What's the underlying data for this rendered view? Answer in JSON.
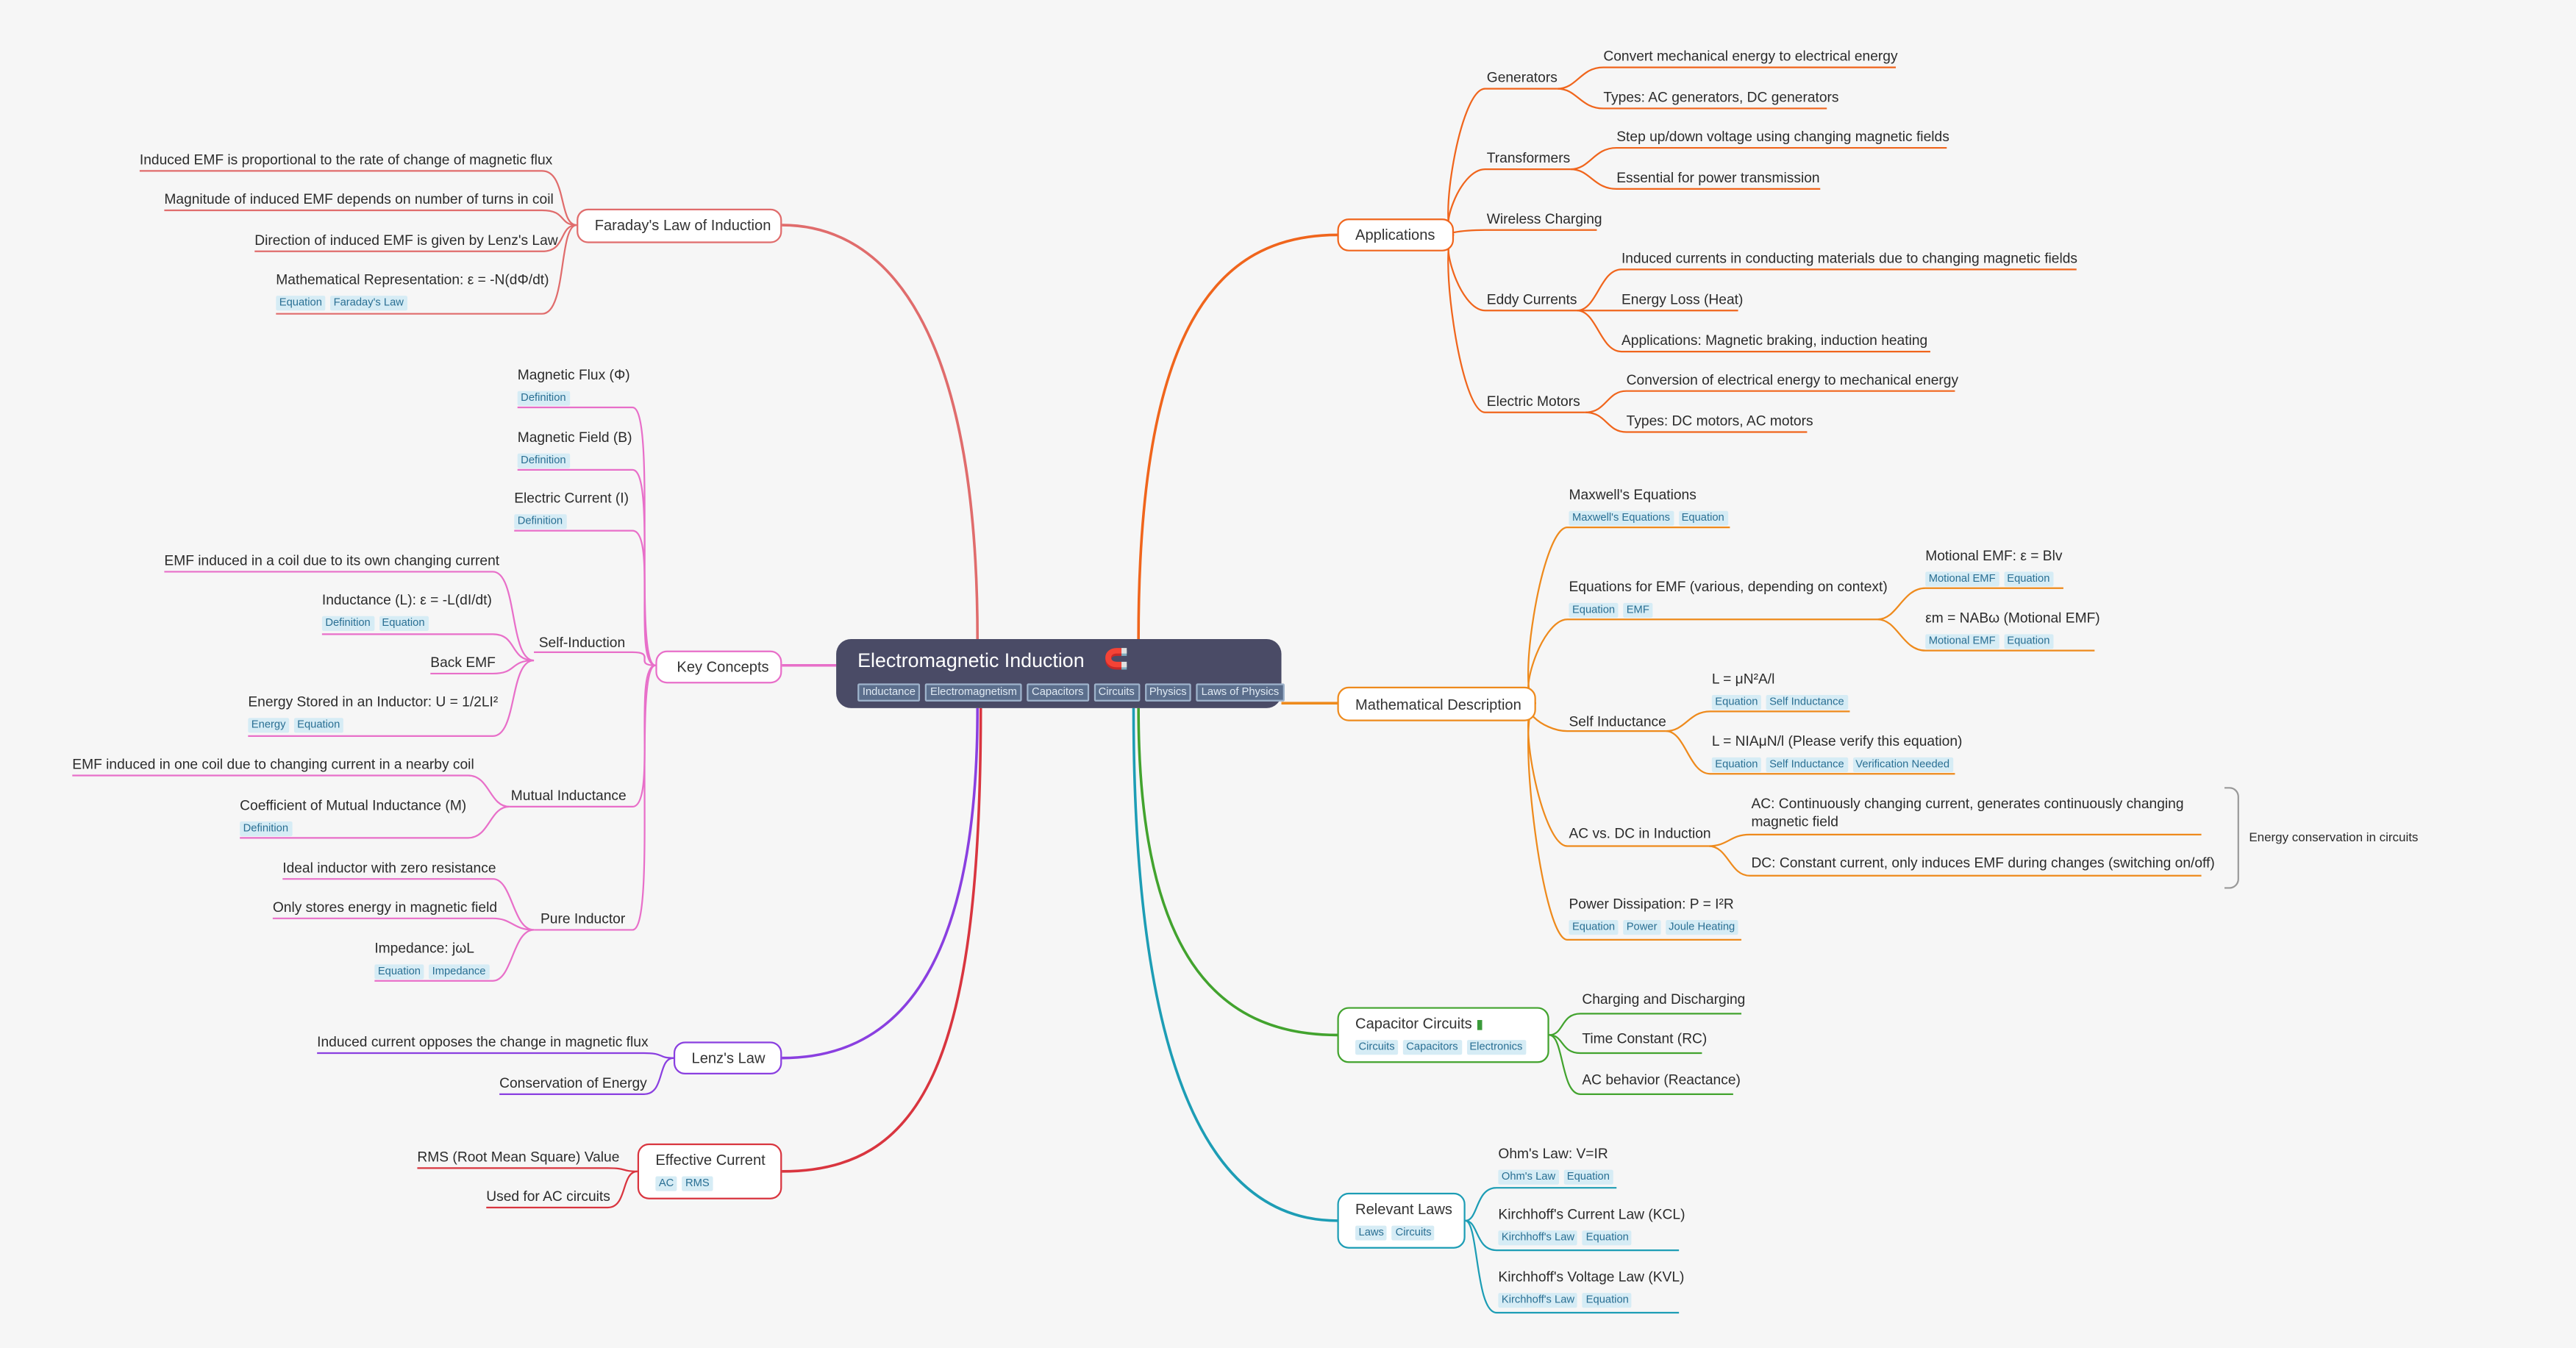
{
  "root": {
    "title": "Electromagnetic Induction",
    "icon": "magnet-icon",
    "tags": [
      "Inductance",
      "Electromagnetism",
      "Capacitors",
      "Circuits",
      "Physics",
      "Laws of Physics"
    ]
  },
  "faraday": {
    "label": "Faraday's Law of Induction",
    "items": [
      "Induced EMF is proportional to the rate of change of magnetic flux",
      "Magnitude of induced EMF depends on number of turns in coil",
      "Direction of induced EMF is given by Lenz's Law",
      "Mathematical Representation: ε = -N(dΦ/dt)"
    ],
    "item4_tags": [
      "Equation",
      "Faraday's Law"
    ]
  },
  "key_concepts": {
    "label": "Key Concepts",
    "flux": "Magnetic Flux (Φ)",
    "field": "Magnetic Field (B)",
    "current": "Electric Current (I)",
    "def_tag": "Definition",
    "self_induction": {
      "label": "Self-Induction",
      "items": [
        "EMF induced in a coil due to its own changing current",
        "Inductance (L):  ε = -L(dI/dt)",
        "Back EMF",
        "Energy Stored in an Inductor: U = 1/2LI²"
      ],
      "inductance_tags": [
        "Definition",
        "Equation"
      ],
      "energy_tags": [
        "Energy",
        "Equation"
      ]
    },
    "mutual": {
      "label": "Mutual Inductance",
      "items": [
        "EMF induced in one coil due to changing current in a nearby coil",
        "Coefficient of Mutual Inductance (M)"
      ],
      "coef_tags": [
        "Definition"
      ]
    },
    "pure": {
      "label": "Pure Inductor",
      "items": [
        "Ideal inductor with zero resistance",
        "Only stores energy in magnetic field",
        "Impedance: jωL"
      ],
      "impedance_tags": [
        "Equation",
        "Impedance"
      ]
    }
  },
  "lenz": {
    "label": "Lenz's Law",
    "items": [
      "Induced current opposes the change in magnetic flux",
      "Conservation of Energy"
    ]
  },
  "effective": {
    "label": "Effective Current",
    "tags": [
      "AC",
      "RMS"
    ],
    "items": [
      "RMS (Root Mean Square) Value",
      "Used for AC circuits"
    ]
  },
  "applications": {
    "label": "Applications",
    "generators": {
      "label": "Generators",
      "items": [
        "Convert mechanical energy to electrical energy",
        "Types: AC generators, DC generators"
      ]
    },
    "transformers": {
      "label": "Transformers",
      "items": [
        "Step up/down voltage using changing magnetic fields",
        "Essential for power transmission"
      ]
    },
    "wireless": {
      "label": "Wireless Charging"
    },
    "eddy": {
      "label": "Eddy Currents",
      "items": [
        "Induced currents in conducting materials due to changing magnetic fields",
        "Energy Loss (Heat)",
        "Applications: Magnetic braking, induction heating"
      ]
    },
    "motors": {
      "label": "Electric Motors",
      "items": [
        "Conversion of electrical energy to mechanical energy",
        "Types: DC motors, AC motors"
      ]
    }
  },
  "math": {
    "label": "Mathematical Description",
    "maxwell": {
      "label": "Maxwell's Equations",
      "tags": [
        "Maxwell's Equations",
        "Equation"
      ]
    },
    "emf": {
      "label": "Equations for EMF (various, depending on context)",
      "tags": [
        "Equation",
        "EMF"
      ],
      "motional": {
        "label": "Motional EMF: ε = Blv",
        "tags": [
          "Motional EMF",
          "Equation"
        ]
      },
      "nabw": {
        "label": "εm = NABω  (Motional EMF)",
        "tags": [
          "Motional EMF",
          "Equation"
        ]
      }
    },
    "self_ind": {
      "label": "Self Inductance",
      "l1": {
        "label": "L = μN²A/l",
        "tags": [
          "Equation",
          "Self Inductance"
        ]
      },
      "l2": {
        "label": "L = NIAμN/l (Please verify this equation)",
        "tags": [
          "Equation",
          "Self Inductance",
          "Verification Needed"
        ]
      }
    },
    "acdc": {
      "label": "AC vs. DC in Induction",
      "ac": "AC: Continuously changing current, generates continuously changing",
      "ac2": "magnetic field",
      "dc": "DC: Constant current, only induces EMF during changes (switching on/off)",
      "summary": "Energy conservation in circuits"
    },
    "power": {
      "label": "Power Dissipation: P = I²R",
      "tags": [
        "Equation",
        "Power",
        "Joule Heating"
      ]
    }
  },
  "capacitor": {
    "label": "Capacitor Circuits",
    "icon": "battery-icon",
    "tags": [
      "Circuits",
      "Capacitors",
      "Electronics"
    ],
    "items": [
      "Charging and Discharging",
      "Time Constant (RC)",
      "AC behavior (Reactance)"
    ]
  },
  "laws": {
    "label": "Relevant Laws",
    "tags": [
      "Laws",
      "Circuits"
    ],
    "ohm": {
      "label": "Ohm's Law: V=IR",
      "tags": [
        "Ohm's Law",
        "Equation"
      ]
    },
    "kcl": {
      "label": "Kirchhoff's Current Law (KCL)",
      "tags": [
        "Kirchhoff's Law",
        "Equation"
      ]
    },
    "kvl": {
      "label": "Kirchhoff's Voltage Law (KVL)",
      "tags": [
        "Kirchhoff's Law",
        "Equation"
      ]
    }
  },
  "colors": {
    "faraday": "#e06c6c",
    "key_concepts": "#e86fc9",
    "lenz": "#8a3fe0",
    "effective": "#d9353f",
    "applications": "#f0651c",
    "math": "#ee8a1c",
    "capacitor": "#42a32e",
    "laws": "#1d9db5",
    "root": "#4a4b66"
  }
}
